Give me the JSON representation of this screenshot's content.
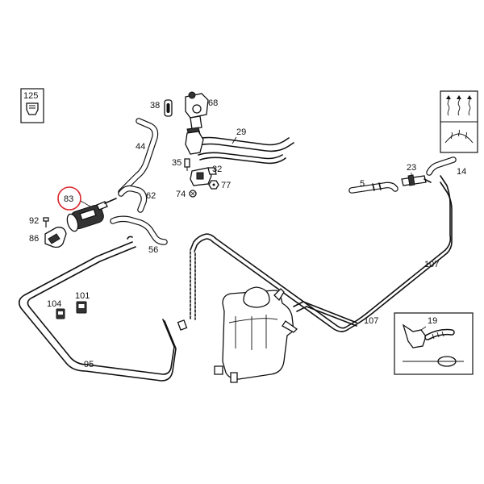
{
  "labels": {
    "p125": "125",
    "p38": "38",
    "p68": "68",
    "p29": "29",
    "p44": "44",
    "p35": "35",
    "p32": "32",
    "p74": "74",
    "p77": "77",
    "p62": "62",
    "p83": "83",
    "p92": "92",
    "p86": "86",
    "p56": "56",
    "p5": "5",
    "p23": "23",
    "p14": "14",
    "p107a": "107",
    "p107b": "107",
    "p104": "104",
    "p101": "101",
    "p95": "95",
    "p19": "19"
  },
  "highlight": {
    "part": "83",
    "color": "#d9262c"
  },
  "icons": [
    "heater-symbol-icon",
    "windscreen-defrost-icon"
  ]
}
